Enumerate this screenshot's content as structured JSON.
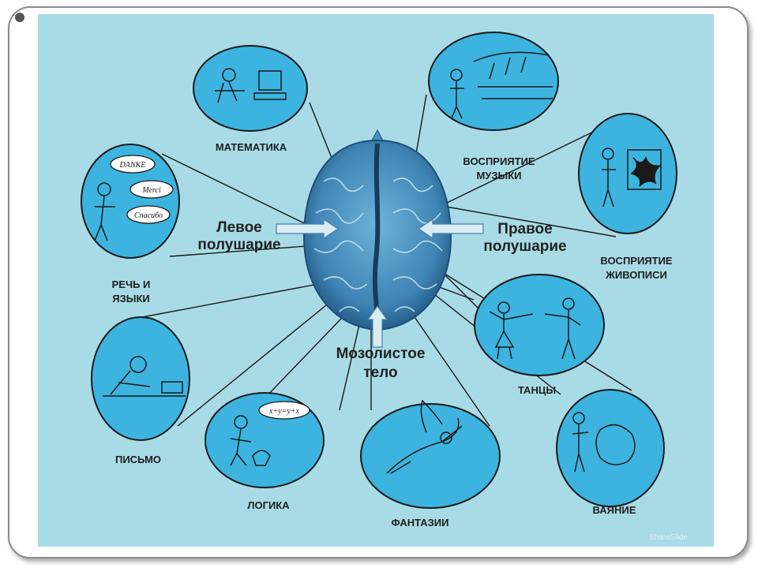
{
  "labels": {
    "math": "МАТЕМАТИКА",
    "music_1": "ВОСПРИЯТИЕ",
    "music_2": "МУЗЫКИ",
    "painting_1": "ВОСПРИЯТИЕ",
    "painting_2": "ЖИВОПИСИ",
    "speech_1": "РЕЧЬ И",
    "speech_2": "ЯЗЫКИ",
    "writing": "ПИСЬМО",
    "logic": "ЛОГИКА",
    "fantasy": "ФАНТАЗИИ",
    "dance": "ТАНЦЫ",
    "sculpture": "ВАЯНИЕ",
    "left_1": "Левое",
    "left_2": "полушарие",
    "right_1": "Правое",
    "right_2": "полушарие",
    "corpus_1": "Мозолистое",
    "corpus_2": "тело"
  },
  "speech_bubbles": [
    "DANKE",
    "Merci",
    "Спасибо"
  ],
  "logic_formula": "x+y=y+x",
  "watermark": "ShareSlide",
  "colors": {
    "panel": "#a8dbe6",
    "bubble": "#3cb4df",
    "brain": "#3f84b4"
  }
}
